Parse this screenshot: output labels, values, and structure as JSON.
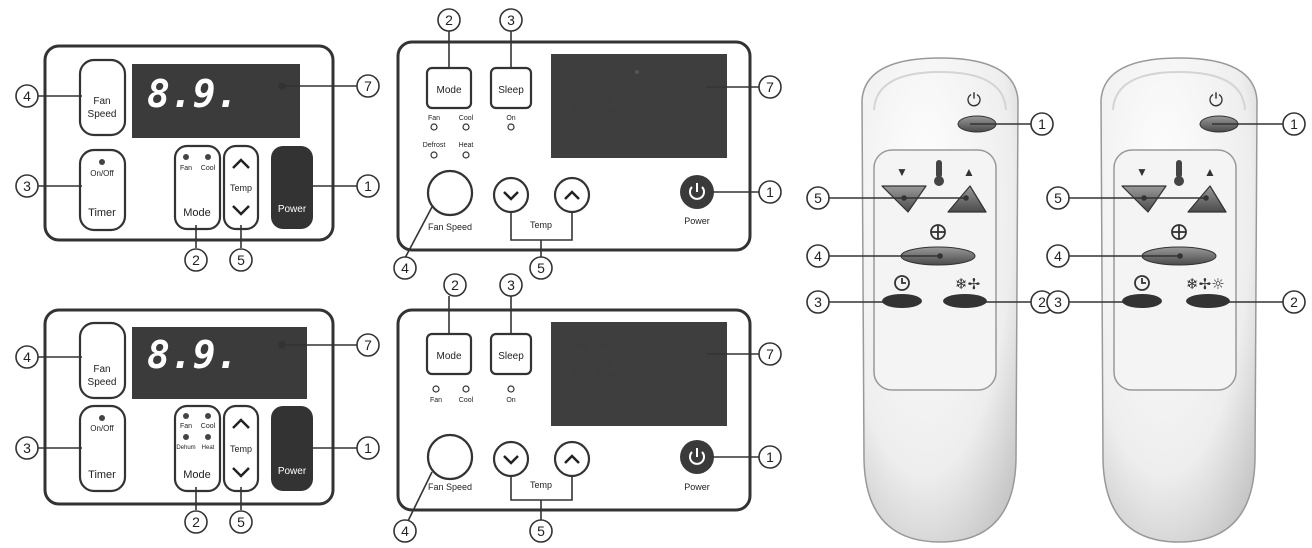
{
  "callouts": {
    "c1": "1",
    "c2": "2",
    "c3": "3",
    "c4": "4",
    "c5": "5",
    "c7": "7"
  },
  "panel_a": {
    "display": "8.9.",
    "fan_speed_line1": "Fan",
    "fan_speed_line2": "Speed",
    "onoff": "On/Off",
    "timer": "Timer",
    "mode_ind_1": "Fan",
    "mode_ind_2": "Cool",
    "mode": "Mode",
    "temp": "Temp",
    "power": "Power"
  },
  "panel_b": {
    "display": "8.9.",
    "fan_speed_line1": "Fan",
    "fan_speed_line2": "Speed",
    "onoff": "On/Off",
    "timer": "Timer",
    "mode_ind_1": "Fan",
    "mode_ind_2": "Cool",
    "mode_ind_3": "Dehum",
    "mode_ind_4": "Heat",
    "mode": "Mode",
    "temp": "Temp",
    "power": "Power"
  },
  "panel_c": {
    "display": "22",
    "mode": "Mode",
    "sleep": "Sleep",
    "ind_fan": "Fan",
    "ind_cool": "Cool",
    "ind_defrost": "Defrost",
    "ind_heat": "Heat",
    "ind_on": "On",
    "fan_speed": "Fan Speed",
    "temp": "Temp",
    "power": "Power"
  },
  "panel_d": {
    "display": "22",
    "mode": "Mode",
    "sleep": "Sleep",
    "ind_fan": "Fan",
    "ind_cool": "Cool",
    "ind_on": "On",
    "fan_speed": "Fan Speed",
    "temp": "Temp",
    "power": "Power"
  },
  "remote_icons": {
    "power": "power-icon",
    "temp_down": "triangle-down-icon",
    "thermometer": "thermometer-icon",
    "temp_up": "triangle-up-icon",
    "fan": "fan-icon",
    "timer": "clock-icon",
    "mode_cool_fan": "snowflake-fan-icon",
    "mode_cool_fan_heat": "snowflake-fan-sun-icon"
  }
}
